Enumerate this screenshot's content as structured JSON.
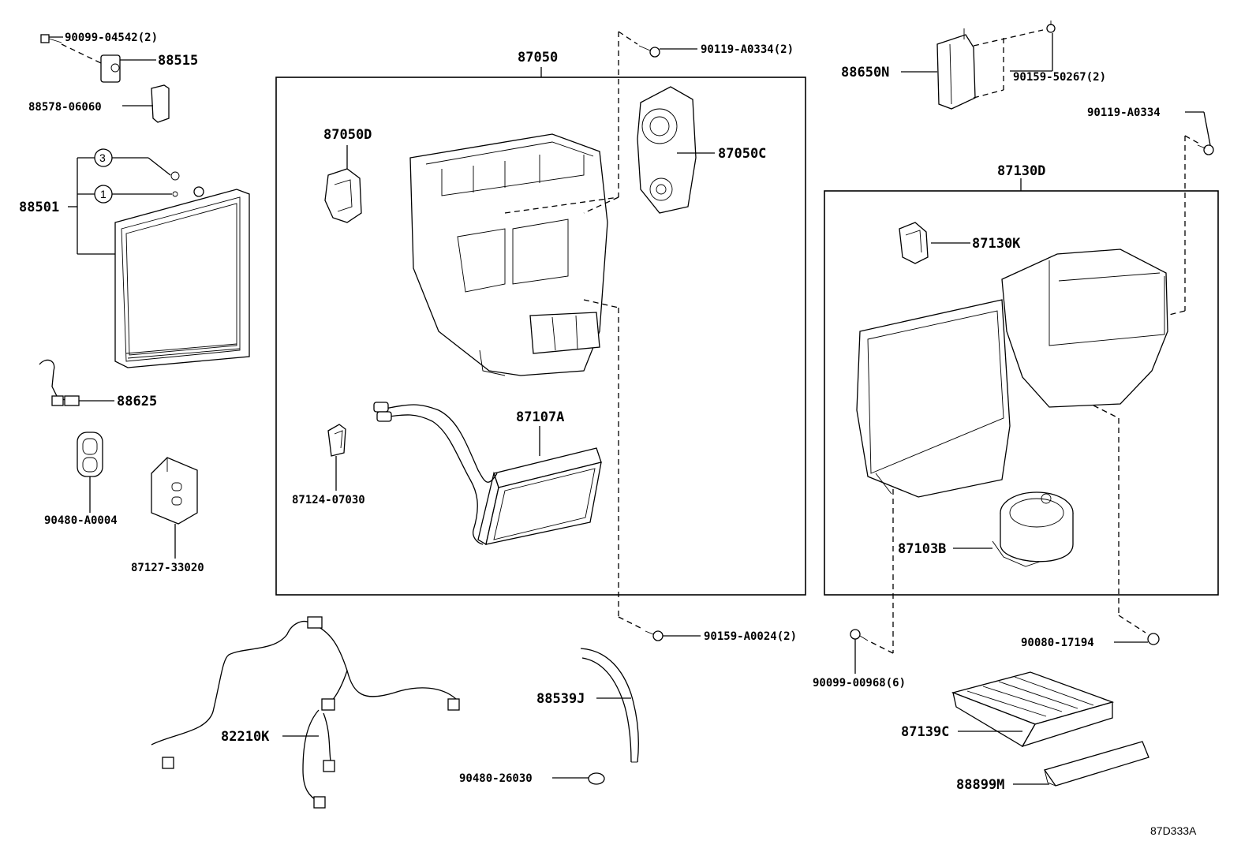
{
  "labels": {
    "p90099_04542": "90099-04542(2)",
    "p88515": "88515",
    "p88578": "88578-06060",
    "p88501": "88501",
    "callout3": "3",
    "callout1": "1",
    "p88625": "88625",
    "p90480_a0004": "90480-A0004",
    "p87127": "87127-33020",
    "p87050": "87050",
    "p87050d": "87050D",
    "p87050c": "87050C",
    "p90119_a0334_2": "90119-A0334(2)",
    "p87107a": "87107A",
    "p87124": "87124-07030",
    "p88650n": "88650N",
    "p90159_50267": "90159-50267(2)",
    "p90119_a0334": "90119-A0334",
    "p87130d": "87130D",
    "p87130k": "87130K",
    "p87103b": "87103B",
    "p90159_a0024": "90159-A0024(2)",
    "p90099_00968": "90099-00968(6)",
    "p90080_17194": "90080-17194",
    "p88539j": "88539J",
    "p82210k": "82210K",
    "p90480_26030": "90480-26030",
    "p87139c": "87139C",
    "p88899m": "88899M",
    "diagram_ref": "87D333A"
  }
}
